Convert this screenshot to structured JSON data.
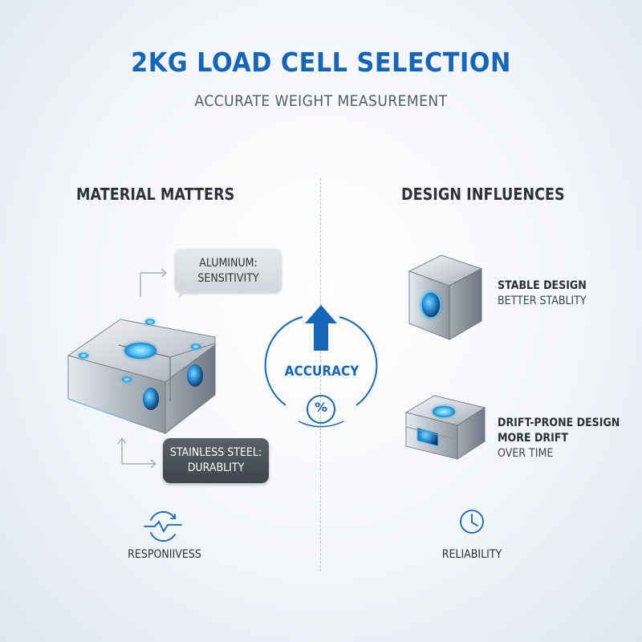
{
  "header": {
    "title": "2KG LOAD CELL SELECTION",
    "subtitle": "ACCURATE WEIGHT MEASUREMENT"
  },
  "left": {
    "heading": "MATERIAL MATTERS",
    "callout_aluminum": {
      "line1": "ALUMINUM:",
      "line2": "SENSITIVITY"
    },
    "callout_steel": {
      "line1": "STAINLESS STEEL:",
      "line2": "DURABLITY"
    },
    "footer": {
      "icon": "pulse-arrow-icon",
      "label": "RESPONIIVESS"
    }
  },
  "center": {
    "label": "ACCURACY",
    "symbol": "%",
    "icon": "up-arrow-icon"
  },
  "right": {
    "heading": "DESIGN INFLUENCES",
    "stable": {
      "title": "STABLE DESIGN",
      "desc": "BETTER STABLITY"
    },
    "drift": {
      "title": "DRIFT-PRONE DESIGN",
      "line2": "MORE DRIFT",
      "line3": "OVER TIME"
    },
    "footer": {
      "icon": "clock-icon",
      "label": "RELIABILITY"
    }
  },
  "colors": {
    "accent": "#1565b8",
    "glow": "#4fc3f7",
    "metal_light": "#d9dde2",
    "metal_dark": "#8a929c",
    "callout_dark": "#4a4f56"
  }
}
